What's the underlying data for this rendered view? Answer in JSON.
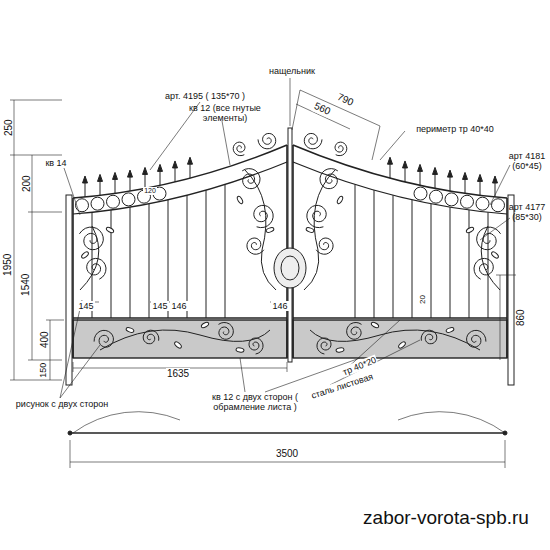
{
  "diagram": {
    "labels": [
      "250",
      "200",
      "1950",
      "1540",
      "400",
      "150",
      "кв 14",
      "арт. 4195 ( 135*70 )",
      "кв 12 (все гнутые элементы)",
      "нащельник",
      "790",
      "560",
      "периметр тр 40*40",
      "арт 4181 (60*45)",
      "арт 4177 (85*30)",
      "120",
      "145",
      "145",
      "146",
      "146",
      "20",
      "860",
      "1635",
      "рисунок с двух сторон",
      "кв 12 с двух сторон ( обрамление листа )",
      "тр 40*20",
      "сталь листовая",
      "3500",
      "zabor-vorota-spb.ru"
    ]
  }
}
